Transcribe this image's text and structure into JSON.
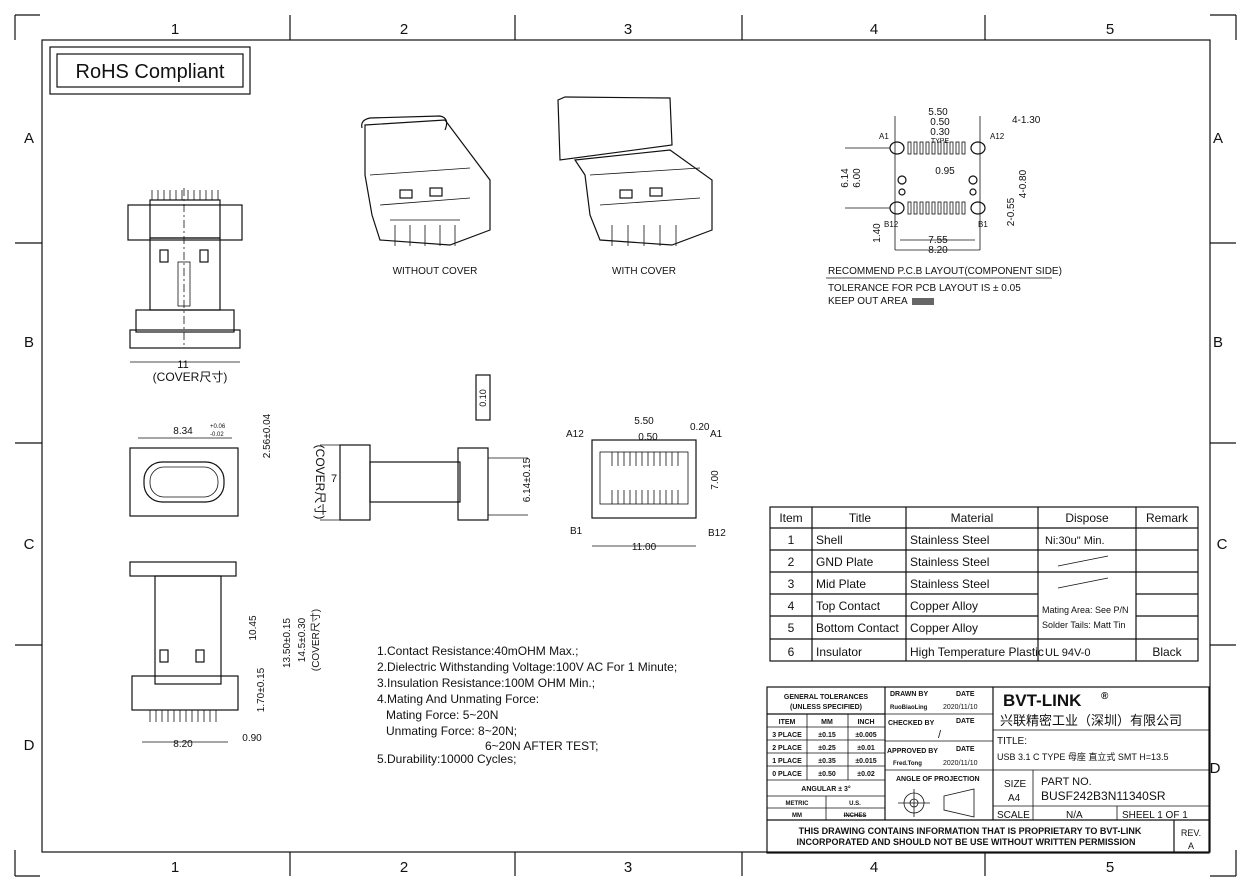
{
  "zones": {
    "columns": [
      "1",
      "2",
      "3",
      "4",
      "5"
    ],
    "rows": [
      "A",
      "B",
      "C",
      "D"
    ]
  },
  "rohs": "RoHS Compliant",
  "views": {
    "without_cover": "WITHOUT COVER",
    "with_cover": "WITH COVER"
  },
  "dims": {
    "top_width": "11",
    "cover_note": "(COVER尺寸)",
    "w834": "8.34",
    "w834_tol_up": "+0.06",
    "w834_tol_dn": "-0.02",
    "h256": "2.56±0.04",
    "cover7": "(COVER尺寸)",
    "seven": "7",
    "flat010": "0.10",
    "h614": "6.14±0.15",
    "w550": "5.50",
    "w050": "0.50",
    "w020": "0.20",
    "a12": "A12",
    "a1": "A1",
    "b1": "B1",
    "b12": "B12",
    "h700": "7.00",
    "w1100": "11.00",
    "h1045": "10.45",
    "h1350": "13.50±0.15",
    "h145": "14.5±0.30",
    "cover145": "(COVER尺寸)",
    "h170": "1.70±0.15",
    "w820": "8.20",
    "w090": "0.90"
  },
  "pcb": {
    "d550": "5.50",
    "d050": "0.50",
    "d030": "0.30",
    "type": "TYPE",
    "d130": "4-1.30",
    "a1": "A1",
    "a12": "A12",
    "d614": "6.14",
    "d600": "6.00",
    "d095": "0.95",
    "d080": "4-0.80",
    "d055": "2-0.55",
    "d140": "1.40",
    "b12": "B12",
    "b1": "B1",
    "d755": "7.55",
    "d820": "8.20",
    "recommend": "RECOMMEND P.C.B LAYOUT(COMPONENT SIDE)",
    "tolerance": "TOLERANCE FOR PCB LAYOUT IS ± 0.05",
    "keepout": "KEEP OUT AREA"
  },
  "notes": [
    "1.Contact Resistance:40mOHM Max.;",
    "2.Dielectric Withstanding Voltage:100V AC For 1 Minute;",
    "3.Insulation Resistance:100M OHM Min.;",
    "4.Mating And Unmating Force:",
    "Mating Force: 5~20N",
    "Unmating Force: 8~20N;",
    "6~20N AFTER TEST;",
    "5.Durability:10000 Cycles;"
  ],
  "bom": {
    "headers": [
      "Item",
      "Title",
      "Material",
      "Dispose",
      "Remark"
    ],
    "rows": [
      {
        "item": "1",
        "title": "Shell",
        "material": "Stainless Steel",
        "dispose": "Ni:30u\" Min.",
        "remark": ""
      },
      {
        "item": "2",
        "title": "GND Plate",
        "material": "Stainless Steel",
        "dispose": "",
        "remark": ""
      },
      {
        "item": "3",
        "title": "Mid Plate",
        "material": "Stainless Steel",
        "dispose": "",
        "remark": ""
      },
      {
        "item": "4",
        "title": "Top Contact",
        "material": "Copper Alloy",
        "dispose": "",
        "remark": ""
      },
      {
        "item": "5",
        "title": "Bottom Contact",
        "material": "Copper Alloy",
        "dispose": "",
        "remark": ""
      },
      {
        "item": "6",
        "title": "Insulator",
        "material": "High Temperature Plastic",
        "dispose": "UL 94V-0",
        "remark": "Black"
      }
    ],
    "dispose_merged_1": "Mating Area: See P/N",
    "dispose_merged_2": "Solder Tails: Matt Tin"
  },
  "title_block": {
    "gen_tol_1": "GENERAL TOLERANCES",
    "gen_tol_2": "(UNLESS SPECIFIED)",
    "tol_headers": [
      "ITEM",
      "MM",
      "INCH"
    ],
    "tol_rows": [
      [
        "3 PLACE",
        "±0.15",
        "±0.005"
      ],
      [
        "2 PLACE",
        "±0.25",
        "±0.01"
      ],
      [
        "1 PLACE",
        "±0.35",
        "±0.015"
      ],
      [
        "0 PLACE",
        "±0.50",
        "±0.02"
      ]
    ],
    "angular": "ANGULAR ± 3°",
    "metric": "METRIC",
    "us": "U.S.",
    "mm": "MM",
    "inches": "INCHES",
    "drawn_by": "DRAWN BY",
    "drawn_name": "RuoBiaoLing",
    "date": "DATE",
    "drawn_date": "2020/11/10",
    "checked_by": "CHECKED BY",
    "checked_mark": "/",
    "approved_by": "APPROVED BY",
    "approved_name": "Fred.Tong",
    "approved_date": "2020/11/10",
    "angle_proj": "ANGLE OF PROJECTION",
    "company_en": "BVT-LINK",
    "reg": "®",
    "company_cn": "兴联精密工业（深圳）有限公司",
    "title_label": "TITLE:",
    "title_value": "USB 3.1 C TYPE 母座 直立式 SMT H=13.5",
    "size_label": "SIZE",
    "size_value": "A4",
    "part_label": "PART NO.",
    "part_value": "BUSF242B3N11340SR",
    "scale_label": "SCALE",
    "scale_value": "N/A",
    "sheet": "SHEEL 1 OF 1",
    "notice_1": "THIS DRAWING CONTAINS INFORMATION THAT IS PROPRIETARY TO BVT-LINK",
    "notice_2": "INCORPORATED AND SHOULD NOT BE USE WITHOUT WRITTEN PERMISSION",
    "rev_label": "REV.",
    "rev_value": "A"
  }
}
